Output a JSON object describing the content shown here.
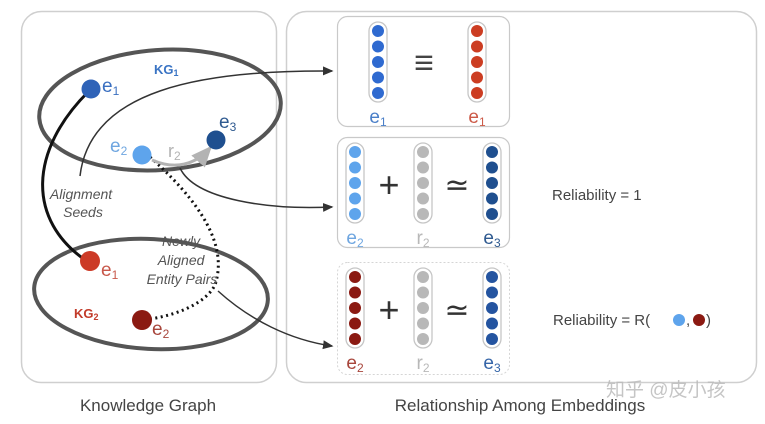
{
  "panels": {
    "left_caption": "Knowledge Graph",
    "right_caption": "Relationship Among  Embeddings"
  },
  "watermark": "知乎 @皮小孩",
  "kg1": {
    "label": "KG",
    "label_sub": "1",
    "color": "#3a74c4",
    "entities": [
      {
        "name": "e",
        "sub": "1",
        "color": "#2f63b8"
      },
      {
        "name": "e",
        "sub": "2",
        "color": "#5ea4ec"
      },
      {
        "name": "e",
        "sub": "3",
        "color": "#1f4f8f"
      }
    ],
    "relation": {
      "name": "r",
      "sub": "2",
      "color": "#b3b3b3"
    }
  },
  "kg2": {
    "label": "KG",
    "label_sub": "2",
    "color": "#c23b2a",
    "entities": [
      {
        "name": "e",
        "sub": "1",
        "color": "#cc3a26"
      },
      {
        "name": "e",
        "sub": "2",
        "color": "#8b1a12"
      }
    ]
  },
  "annotations": {
    "alignment_seeds": [
      "Alignment",
      "Seeds"
    ],
    "newly_aligned": [
      "Newly",
      "Aligned",
      "Entity Pairs"
    ]
  },
  "embedding_rows": [
    {
      "operator": "≡",
      "vectors": [
        {
          "name": "e",
          "sub": "1",
          "color": "#2f6ad0",
          "label_color": "#4a7fc8"
        },
        {
          "name": "e",
          "sub": "1",
          "color": "#cc3d22",
          "label_color": "#cc5a48"
        }
      ],
      "reliability": null
    },
    {
      "operator": "≃",
      "vectors": [
        {
          "name": "e",
          "sub": "2",
          "color": "#5ea4ec",
          "label_color": "#6fa6e0"
        },
        {
          "name": "r",
          "sub": "2",
          "color": "#b8b8b8",
          "label_color": "#b8b8b8"
        },
        {
          "name": "e",
          "sub": "3",
          "color": "#1f4f8f",
          "label_color": "#2f5a90"
        }
      ],
      "plus": "+",
      "reliability": "Reliability = 1"
    },
    {
      "operator": "≃",
      "vectors": [
        {
          "name": "e",
          "sub": "2",
          "color": "#8b1a12",
          "label_color": "#a8463c"
        },
        {
          "name": "r",
          "sub": "2",
          "color": "#b8b8b8",
          "label_color": "#b8b8b8"
        },
        {
          "name": "e",
          "sub": "3",
          "color": "#2454a0",
          "label_color": "#3565a8"
        }
      ],
      "plus": "+",
      "reliability": "Reliability = R(",
      "reliability_args": [
        {
          "color": "#5ea4ec"
        },
        {
          "color": "#8b1a12"
        }
      ],
      "reliability_sep": ",",
      "reliability_close": ")"
    }
  ],
  "colors": {
    "panel_border": "#cfcfcf",
    "ellipse_stroke": "#555555",
    "text_gray": "#444444",
    "arrow": "#333333"
  }
}
